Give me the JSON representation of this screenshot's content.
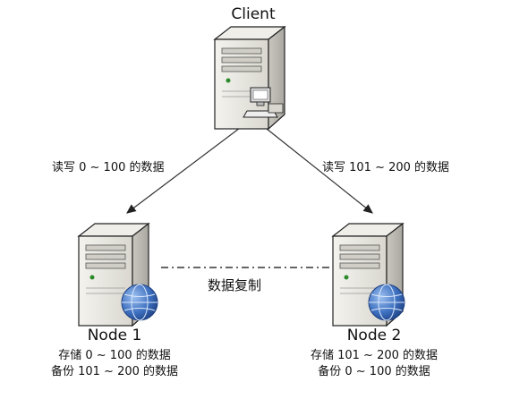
{
  "client": {
    "label": "Client"
  },
  "edges": {
    "client_to_node1": "读写 0 ~ 100 的数据",
    "client_to_node2": "读写 101 ~ 200 的数据",
    "replication": "数据复制"
  },
  "nodes": [
    {
      "name": "Node 1",
      "store": "存储 0 ~ 100 的数据",
      "backup": "备份 101 ~ 200 的数据"
    },
    {
      "name": "Node 2",
      "store": "存储 101 ~ 200 的数据",
      "backup": "备份 0 ~ 100 的数据"
    }
  ],
  "icons": {
    "server": "server-icon",
    "workstation": "workstation-icon",
    "globe": "globe-icon"
  },
  "colors": {
    "server_body": "#e8e6df",
    "server_edge": "#222222",
    "globe": "#3d6fbf",
    "line": "#333333"
  }
}
